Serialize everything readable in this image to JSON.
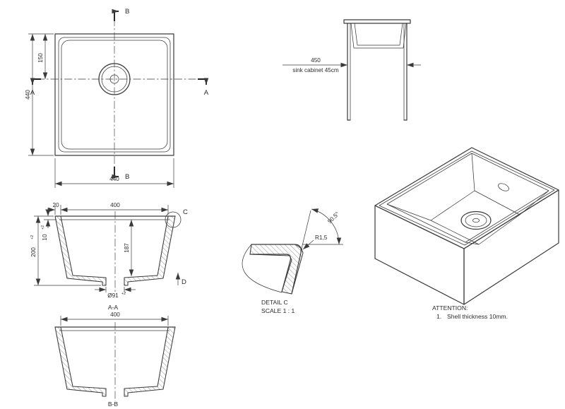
{
  "drawing": {
    "plan": {
      "b_top": "B",
      "b_bottom": "B",
      "a_left": "A",
      "a_right": "A",
      "dim_150": "150",
      "dim_440_vertical": "440",
      "dim_440_horizontal": "440"
    },
    "cabinet": {
      "dim_450": "450",
      "caption": "sink cabinet 45cm"
    },
    "section_aa": {
      "dim_20": "20",
      "dim_400": "400",
      "dim_200": "200",
      "tol_200": "+2",
      "dim_10": "10",
      "tol_10": "+2",
      "dim_187": "187",
      "dim_drain": "Ø91",
      "tol_drain": "+2",
      "detail_label": "C",
      "direction_label": "D",
      "caption": "A-A"
    },
    "section_bb": {
      "dim_400": "400",
      "caption": "B-B"
    },
    "detail_c": {
      "radius": "R1,5",
      "angle": "90.5°",
      "title": "DETAIL C",
      "scale": "SCALE 1 : 1"
    },
    "notes": {
      "title": "ATTENTION:",
      "item_no": "1.",
      "item_text": "Shell thickness 10mm."
    }
  }
}
